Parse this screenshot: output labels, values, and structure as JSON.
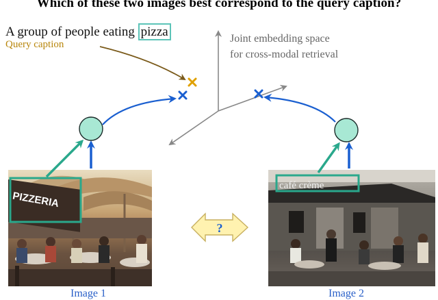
{
  "heading": "Which of these two images best correspond to the query caption?",
  "query": {
    "caption_prefix": "A group of people eating ",
    "caption_highlight": "pizza",
    "label": "Query caption"
  },
  "embedding_space": {
    "line1": "Joint embedding space",
    "line2": "for cross-modal retrieval"
  },
  "images": [
    {
      "label": "Image 1",
      "region_text": "PIZZERIA"
    },
    {
      "label": "Image 2",
      "region_text": "café crème"
    }
  ],
  "compare_symbol": "?",
  "colors": {
    "query_marker": "#e0a000",
    "image_marker": "#1a5fd0",
    "text_region": "#2aa88c",
    "node_fill": "#a8e8d4",
    "axis": "#888888",
    "caption_label": "#b8860b",
    "compare_arrow": "#fff2b0"
  }
}
